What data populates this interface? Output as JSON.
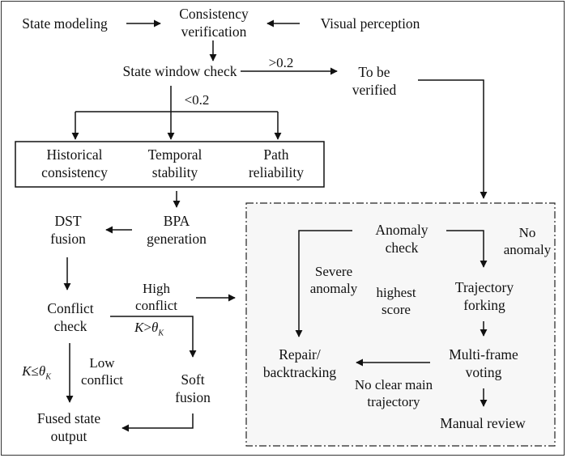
{
  "diagram": {
    "type": "flowchart",
    "colors": {
      "line": "#111111",
      "frame": "#333333",
      "anomaly_region_fill": "#f7f7f7"
    },
    "nodes": {
      "state_modeling": "State modeling",
      "consistency_verification": [
        "Consistency",
        "verification"
      ],
      "visual_perception": "Visual perception",
      "state_window_check": "State window check",
      "to_be_verified": [
        "To be",
        "verified"
      ],
      "historical_consistency": [
        "Historical",
        "consistency"
      ],
      "temporal_stability": [
        "Temporal",
        "stability"
      ],
      "path_reliability": [
        "Path",
        "reliability"
      ],
      "bpa_generation": [
        "BPA",
        "generation"
      ],
      "dst_fusion": [
        "DST",
        "fusion"
      ],
      "conflict_check": [
        "Conflict",
        "check"
      ],
      "soft_fusion": [
        "Soft",
        "fusion"
      ],
      "fused_state_output": [
        "Fused state",
        "output"
      ],
      "anomaly_check": [
        "Anomaly",
        "check"
      ],
      "trajectory_forking": [
        "Trajectory",
        "forking"
      ],
      "multi_frame_voting": [
        "Multi-frame",
        "voting"
      ],
      "repair_backtracking": [
        "Repair/",
        "backtracking"
      ],
      "manual_review": "Manual review"
    },
    "edge_labels": {
      "gt_threshold": ">0.2",
      "lt_threshold": "<0.2",
      "high_conflict": [
        "High",
        "conflict"
      ],
      "k_gt_theta": {
        "var": "K",
        "op": ">",
        "sym": "θ",
        "sub": "K"
      },
      "k_le_theta": {
        "var": "K",
        "op": "≤",
        "sym": "θ",
        "sub": "K"
      },
      "low_conflict": [
        "Low",
        "conflict"
      ],
      "severe_anomaly": [
        "Severe",
        "anomaly"
      ],
      "highest_score": [
        "highest",
        "score"
      ],
      "no_anomaly": [
        "No",
        "anomaly"
      ],
      "no_clear_main_trajectory": [
        "No clear main",
        "trajectory"
      ]
    },
    "edges": [
      [
        "state_modeling",
        "consistency_verification"
      ],
      [
        "visual_perception",
        "consistency_verification"
      ],
      [
        "consistency_verification",
        "state_window_check"
      ],
      [
        "state_window_check",
        "to_be_verified",
        ">0.2"
      ],
      [
        "state_window_check",
        "historical_consistency",
        "<0.2"
      ],
      [
        "state_window_check",
        "temporal_stability",
        "<0.2"
      ],
      [
        "state_window_check",
        "path_reliability",
        "<0.2"
      ],
      [
        "evaluation_box",
        "bpa_generation"
      ],
      [
        "bpa_generation",
        "dst_fusion"
      ],
      [
        "dst_fusion",
        "conflict_check"
      ],
      [
        "conflict_check",
        "soft_fusion",
        "K>θK"
      ],
      [
        "conflict_check",
        "anomaly_region",
        "High conflict"
      ],
      [
        "conflict_check",
        "fused_state_output",
        "K≤θK / Low conflict"
      ],
      [
        "soft_fusion",
        "fused_state_output"
      ],
      [
        "to_be_verified",
        "anomaly_region"
      ],
      [
        "anomaly_check",
        "repair_backtracking",
        "Severe anomaly"
      ],
      [
        "anomaly_check",
        "trajectory_forking",
        "No anomaly"
      ],
      [
        "trajectory_forking",
        "multi_frame_voting"
      ],
      [
        "multi_frame_voting",
        "repair_backtracking",
        "No clear main trajectory"
      ],
      [
        "multi_frame_voting",
        "manual_review"
      ]
    ]
  }
}
